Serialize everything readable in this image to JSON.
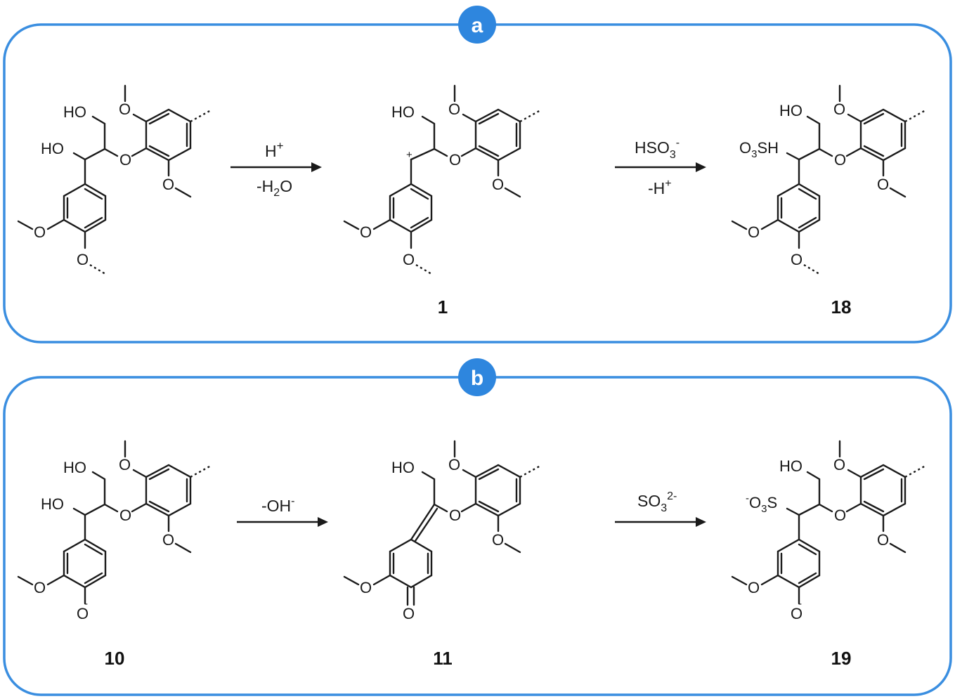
{
  "panels": [
    {
      "label": "a",
      "steps": [
        {
          "top": "H",
          "top_sup": "+",
          "bottom": "-H",
          "bottom_sub": "2",
          "bottom_tail": "O"
        },
        {
          "top": "HSO",
          "top_sub": "3",
          "top_sup": "-",
          "bottom": "-H",
          "bottom_sup": "+"
        }
      ],
      "compounds": [
        "",
        "1",
        "18"
      ]
    },
    {
      "label": "b",
      "steps": [
        {
          "top": "-OH",
          "top_sup": "-"
        },
        {
          "top": "SO",
          "top_sub": "3",
          "top_sup": "2-"
        }
      ],
      "compounds": [
        "10",
        "11",
        "19"
      ]
    }
  ],
  "atoms": {
    "ho": "HO",
    "o": "O",
    "so3h_prefix": "O",
    "so3h_sub": "3",
    "so3h_suffix": "SH",
    "sulfonate_minus": "-",
    "sulfonate_o": "O",
    "sulfonate_sub": "3",
    "sulfonate_s": "S",
    "plus": "+",
    "minus": "-"
  },
  "colors": {
    "frame": "#3a8ee0",
    "badge": "#2e86de",
    "ink": "#1a1a1a"
  }
}
